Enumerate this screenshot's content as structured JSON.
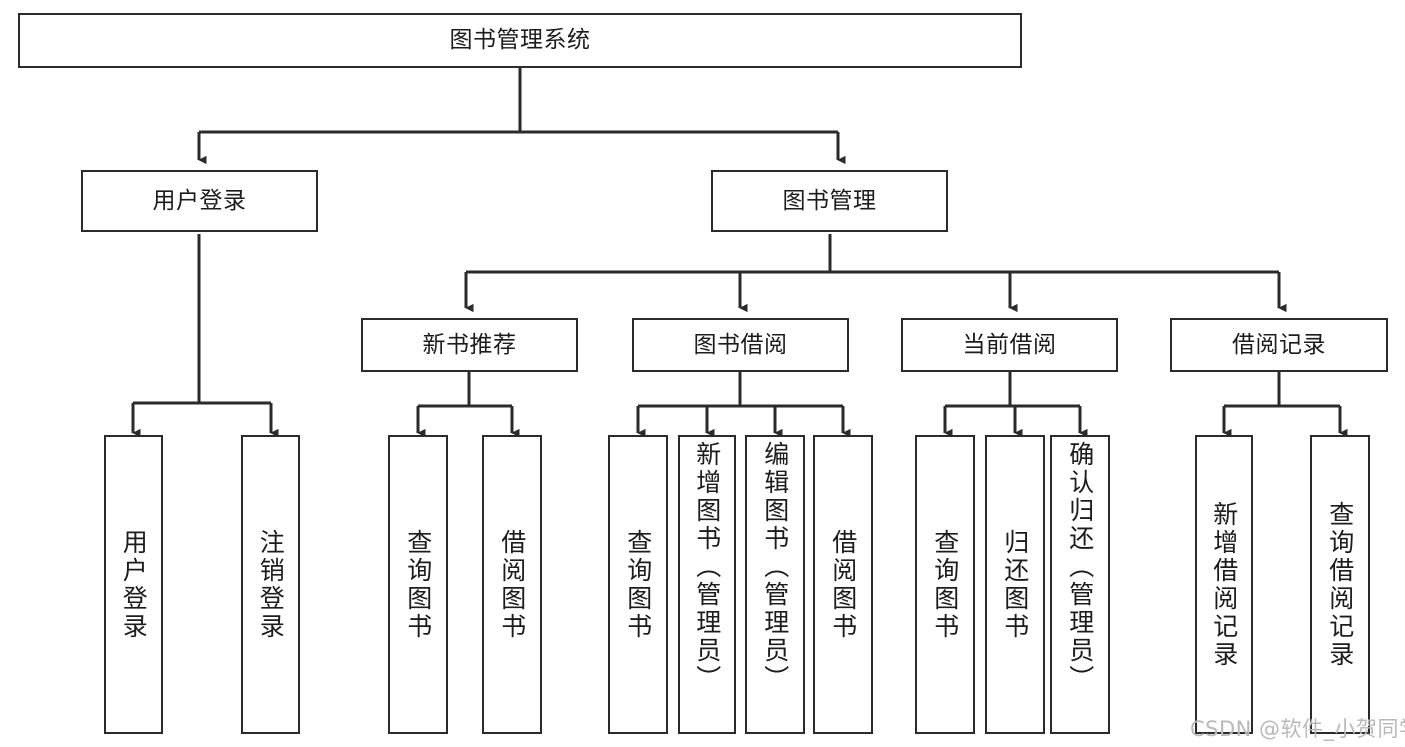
{
  "diagram": {
    "title": "图书管理系统",
    "type": "tree-hierarchy",
    "root": {
      "id": "root",
      "label": "图书管理系统"
    },
    "level2": [
      {
        "id": "user-login",
        "label": "用户登录"
      },
      {
        "id": "book-manage",
        "label": "图书管理"
      }
    ],
    "level3": [
      {
        "id": "new-book-recommend",
        "label": "新书推荐"
      },
      {
        "id": "book-borrow",
        "label": "图书借阅"
      },
      {
        "id": "current-borrow",
        "label": "当前借阅"
      },
      {
        "id": "borrow-record",
        "label": "借阅记录"
      }
    ],
    "leaves": {
      "user_login": [
        {
          "id": "leaf-user-login",
          "label": "用户登录"
        },
        {
          "id": "leaf-logout-login",
          "label": "注销登录"
        }
      ],
      "new_book_recommend": [
        {
          "id": "leaf-query-book-1",
          "label": "查询图书"
        },
        {
          "id": "leaf-borrow-book-1",
          "label": "借阅图书"
        }
      ],
      "book_borrow": [
        {
          "id": "leaf-query-book-2",
          "label": "查询图书"
        },
        {
          "id": "leaf-add-book",
          "label": "新增图书（管理员）"
        },
        {
          "id": "leaf-edit-book",
          "label": "编辑图书（管理员）"
        },
        {
          "id": "leaf-borrow-book-2",
          "label": "借阅图书"
        }
      ],
      "current_borrow": [
        {
          "id": "leaf-query-book-3",
          "label": "查询图书"
        },
        {
          "id": "leaf-return-book",
          "label": "归还图书"
        },
        {
          "id": "leaf-confirm-return",
          "label": "确认归还（管理员）"
        }
      ],
      "borrow_record": [
        {
          "id": "leaf-add-record",
          "label": "新增借阅记录"
        },
        {
          "id": "leaf-query-record",
          "label": "查询借阅记录"
        }
      ]
    }
  },
  "watermark": {
    "text": "CSDN @软件_小贺同学"
  },
  "colors": {
    "background": "#ffffff",
    "box_border": "#2b2b2b",
    "box_fill": "#ffffff",
    "connector": "#2b2b2b",
    "text": "#1c1c1c",
    "watermark": "#b9b9b9"
  }
}
